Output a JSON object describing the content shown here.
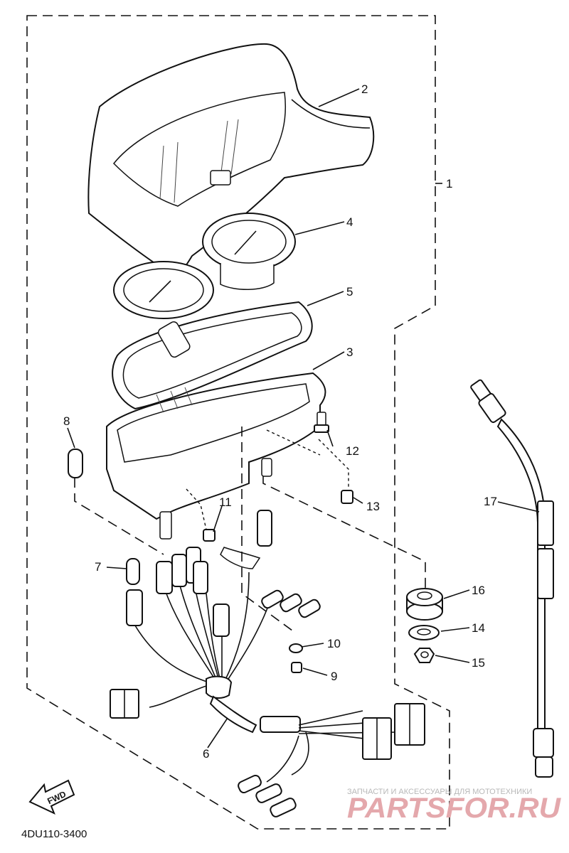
{
  "diagram": {
    "code": "4DU110-3400",
    "fwd_label": "FWD",
    "callouts": {
      "c1": "1",
      "c2": "2",
      "c3": "3",
      "c4": "4",
      "c5": "5",
      "c6": "6",
      "c7": "7",
      "c8": "8",
      "c9": "9",
      "c10": "10",
      "c11": "11",
      "c12": "12",
      "c13": "13",
      "c14": "14",
      "c15": "15",
      "c16": "16",
      "c17": "17"
    }
  },
  "watermark": {
    "tagline": "ЗАПЧАСТИ И АКСЕССУАРЫ ДЛЯ МОТОТЕХНИКИ",
    "brand": "PARTSFOR.RU"
  }
}
